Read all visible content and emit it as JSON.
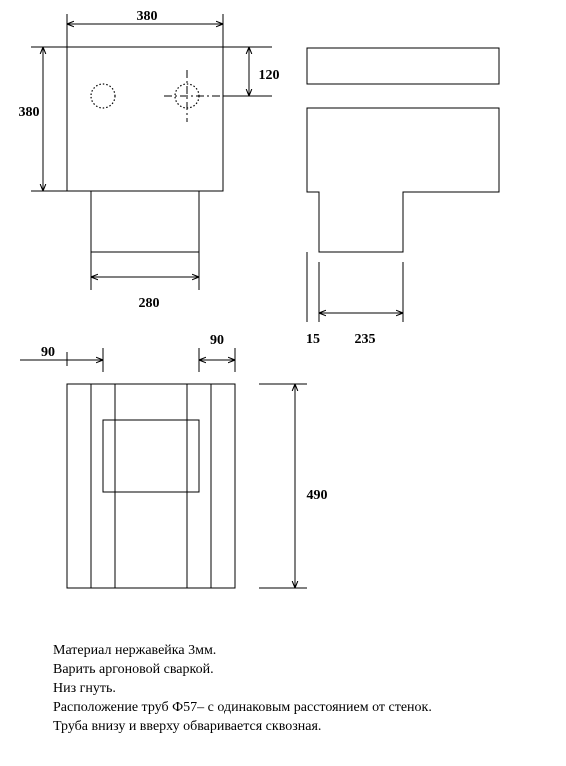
{
  "dimensions": {
    "top_width": "380",
    "top_height": "380",
    "top_offset": "120",
    "bottom_width": "280",
    "side_offset": "15",
    "side_width": "235",
    "left_margin": "90",
    "right_margin": "90",
    "front_height": "490"
  },
  "notes": [
    "Материал нержавейка 3мм.",
    "Варить аргоновой сваркой.",
    "Низ гнуть.",
    "Расположение труб Ф57– с одинаковым расстоянием от стенок.",
    "Труба внизу и вверху обваривается сквозная."
  ]
}
